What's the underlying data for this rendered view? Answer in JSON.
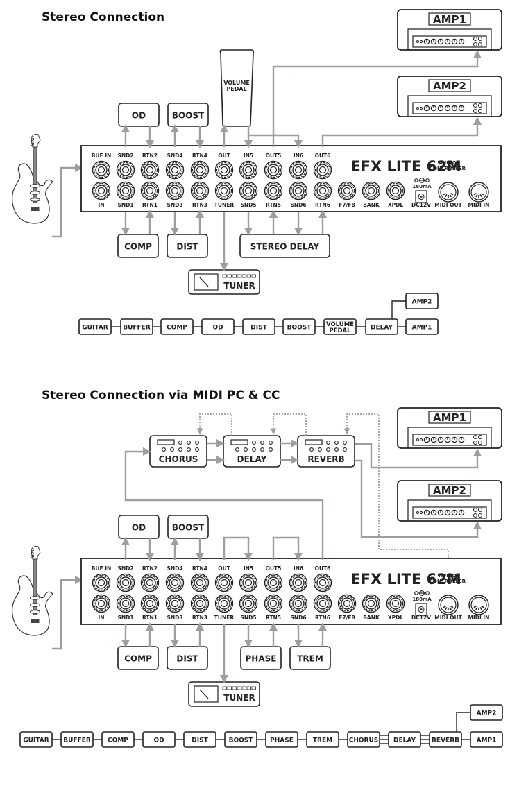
{
  "sections": [
    {
      "title": "Stereo Connection",
      "controller": {
        "brand": "EFX LITE 62M",
        "subtitle_line1": "AUDIO",
        "subtitle_line2": "CONTROLLER",
        "top_jacks": [
          "BUF IN",
          "SND2",
          "RTN2",
          "SND4",
          "RTN4",
          "OUT",
          "IN5",
          "OUT5",
          "IN6",
          "OUT6"
        ],
        "bottom_jacks": [
          "IN",
          "SND1",
          "RTN1",
          "SND3",
          "RTN3",
          "TUNER",
          "SND5",
          "RTN5",
          "SND6",
          "RTN6",
          "F7/F8",
          "BANK",
          "XPDL"
        ],
        "power_rating": "180mA",
        "power_label": "DC12V",
        "midi_out": "MIDI OUT",
        "midi_in": "MIDI IN"
      },
      "top_pedals": [
        "OD",
        "BOOST"
      ],
      "volume_pedal": [
        "VOLUME",
        "PEDAL"
      ],
      "bottom_pedals": [
        "COMP",
        "DIST",
        "STEREO DELAY"
      ],
      "tuner": "TUNER",
      "amps": [
        "AMP1",
        "AMP2"
      ],
      "chain": [
        "GUITAR",
        "BUFFER",
        "COMP",
        "OD",
        "DIST",
        "BOOST",
        "VOLUME PEDAL",
        "DELAY",
        "AMP1"
      ],
      "chain_branch": "AMP2"
    },
    {
      "title": "Stereo Connection via MIDI PC & CC",
      "controller": {
        "brand": "EFX LITE 62M",
        "subtitle_line1": "AUDIO",
        "subtitle_line2": "CONTROLLER",
        "top_jacks": [
          "BUF IN",
          "SND2",
          "RTN2",
          "SND4",
          "RTN4",
          "OUT",
          "IN5",
          "OUT5",
          "IN6",
          "OUT6"
        ],
        "bottom_jacks": [
          "IN",
          "SND1",
          "RTN1",
          "SND3",
          "RTN3",
          "TUNER",
          "SND5",
          "RTN5",
          "SND6",
          "RTN6",
          "F7/F8",
          "BANK",
          "XPDL"
        ],
        "power_rating": "180mA",
        "power_label": "DC12V",
        "midi_out": "MIDI OUT",
        "midi_in": "MIDI IN"
      },
      "top_pedals": [
        "OD",
        "BOOST"
      ],
      "midi_effects": [
        "CHORUS",
        "DELAY",
        "REVERB"
      ],
      "bottom_pedals": [
        "COMP",
        "DIST",
        "PHASE",
        "TREM"
      ],
      "tuner": "TUNER",
      "amps": [
        "AMP1",
        "AMP2"
      ],
      "chain": [
        "GUITAR",
        "BUFFER",
        "COMP",
        "OD",
        "DIST",
        "BOOST",
        "PHASE",
        "TREM",
        "CHORUS",
        "DELAY",
        "REVERB",
        "AMP1"
      ],
      "chain_branch": "AMP2"
    }
  ]
}
